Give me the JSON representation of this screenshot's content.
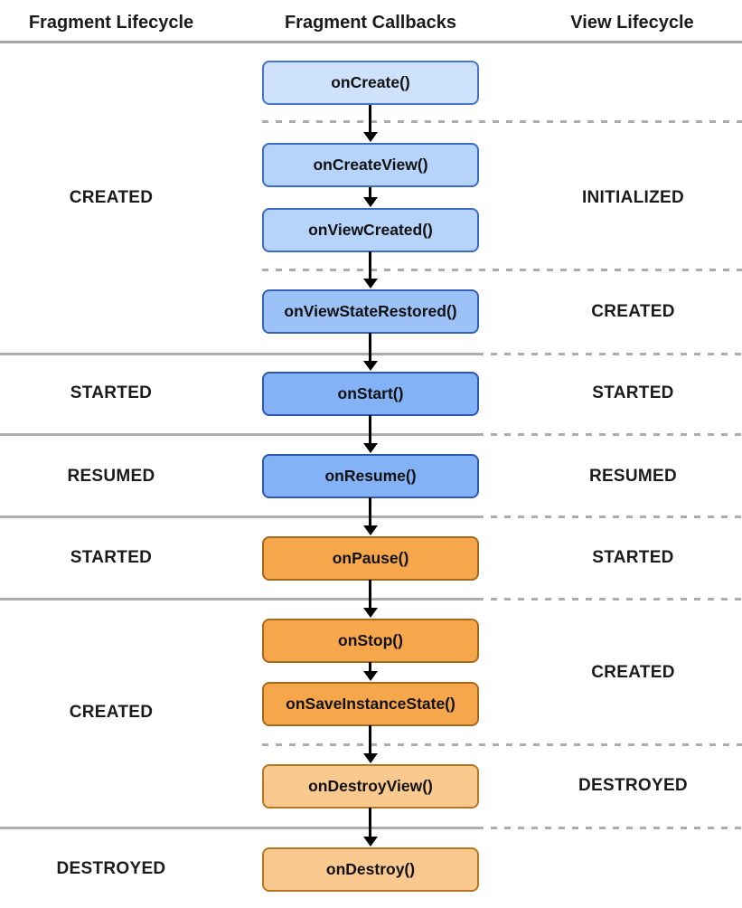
{
  "header": {
    "col_fragment_lifecycle": "Fragment Lifecycle",
    "col_fragment_callbacks": "Fragment Callbacks",
    "col_view_lifecycle": "View Lifecycle"
  },
  "callbacks": [
    {
      "label": "onCreate()",
      "tone": "blue-lightest"
    },
    {
      "label": "onCreateView()",
      "tone": "blue-light"
    },
    {
      "label": "onViewCreated()",
      "tone": "blue-light"
    },
    {
      "label": "onViewStateRestored()",
      "tone": "blue-medium"
    },
    {
      "label": "onStart()",
      "tone": "blue-strong"
    },
    {
      "label": "onResume()",
      "tone": "blue-strong"
    },
    {
      "label": "onPause()",
      "tone": "orange-strong"
    },
    {
      "label": "onStop()",
      "tone": "orange-strong"
    },
    {
      "label": "onSaveInstanceState()",
      "tone": "orange-strong"
    },
    {
      "label": "onDestroyView()",
      "tone": "orange-light"
    },
    {
      "label": "onDestroy()",
      "tone": "orange-light"
    }
  ],
  "fragment_states": [
    {
      "label": "CREATED"
    },
    {
      "label": "STARTED"
    },
    {
      "label": "RESUMED"
    },
    {
      "label": "STARTED"
    },
    {
      "label": "CREATED"
    },
    {
      "label": "DESTROYED"
    }
  ],
  "view_states": [
    {
      "label": "INITIALIZED"
    },
    {
      "label": "CREATED"
    },
    {
      "label": "STARTED"
    },
    {
      "label": "RESUMED"
    },
    {
      "label": "STARTED"
    },
    {
      "label": "CREATED"
    },
    {
      "label": "DESTROYED"
    }
  ],
  "colors": {
    "background": "#ffffff",
    "text": "#1b1b1b",
    "solid_divider": "#adadad",
    "dashed_divider": "#acacac",
    "arrow": "#000000",
    "blue_lightest_fill": "#cfe2fb",
    "blue_lightest_border": "#4674ca",
    "blue_light_fill": "#b6d3fa",
    "blue_light_border": "#3b6bc3",
    "blue_medium_fill": "#9cc2f8",
    "blue_medium_border": "#3462bb",
    "blue_strong_fill": "#83b2f6",
    "blue_strong_border": "#2b57b1",
    "orange_strong_fill": "#f7a74b",
    "orange_strong_border": "#a5691c",
    "orange_light_fill": "#f9c98f",
    "orange_light_border": "#b5771f"
  }
}
